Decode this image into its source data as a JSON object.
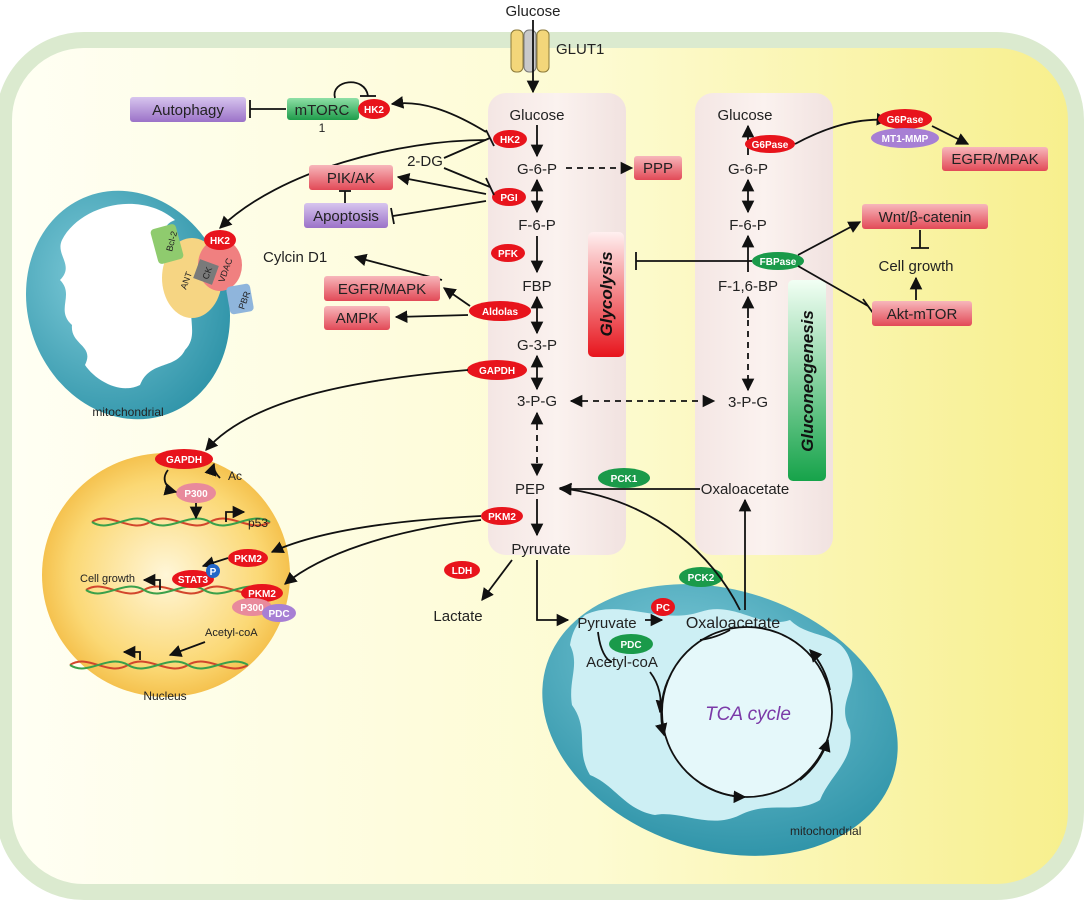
{
  "membrane": {
    "glucose_outside": "Glucose",
    "transporter": "GLUT1"
  },
  "glycolysis": {
    "title": "Glycolysis",
    "metabolites": [
      "Glucose",
      "G-6-P",
      "F-6-P",
      "FBP",
      "G-3-P",
      "3-P-G",
      "PEP",
      "Pyruvate"
    ],
    "enzymes": [
      "HK2",
      "PGI",
      "PFK",
      "Aldolas",
      "GAPDH",
      "PKM2"
    ],
    "ldh": "LDH",
    "lactate": "Lactate",
    "ppp": "PPP"
  },
  "gluconeogenesis": {
    "title": "Gluconeogenesis",
    "metabolites": [
      "Glucose",
      "G-6-P",
      "F-6-P",
      "F-1,6-BP",
      "3-P-G",
      "Oxaloacetate"
    ],
    "enzymes": [
      "G6Pase",
      "FBPase",
      "PCK1"
    ],
    "mt1mmp": "MT1-MMP"
  },
  "signaling": {
    "autophagy": "Autophagy",
    "mtorc": "mTORC",
    "mtorc_sub": "1",
    "hk2": "HK2",
    "two_dg": "2-DG",
    "pik_ak": "PIK/AK",
    "apoptosis": "Apoptosis",
    "cyclin_d1": "Cylcin D1",
    "egfr_mapk": "EGFR/MAPK",
    "ampk": "AMPK",
    "egfr_mpak": "EGFR/MPAK",
    "wnt": "Wnt/β-catenin",
    "cell_growth": "Cell growth",
    "akt_mtor": "Akt-mTOR"
  },
  "mito_left": {
    "label": "mitochondrial",
    "bcl2": "Bcl-2",
    "hk2": "HK2",
    "vdac": "VDAC",
    "ck": "CK",
    "ant": "ANT",
    "pbr": "PBR"
  },
  "nucleus": {
    "label": "Nucleus",
    "gapdh": "GAPDH",
    "ac": "Ac",
    "p300": "P300",
    "p53": "p53",
    "pkm2": "PKM2",
    "stat3": "STAT3",
    "p": "P",
    "cell_growth": "Cell growth",
    "pdc": "PDC",
    "acetyl_coa": "Acetyl-coA"
  },
  "mito_right": {
    "label": "mitochondrial",
    "pyruvate": "Pyruvate",
    "oxaloacetate": "Oxaloacetate",
    "pc": "PC",
    "pck2": "PCK2",
    "pdc": "PDC",
    "acetyl_coa": "Acetyl-coA",
    "tca": "TCA cycle"
  },
  "colors": {
    "red_enzyme": "#e8141c",
    "green_enzyme": "#1a9a4a",
    "purple_box": "#a98ad0",
    "mito_blue": "#3fa7bb",
    "cell_border": "#d8e9cf"
  }
}
